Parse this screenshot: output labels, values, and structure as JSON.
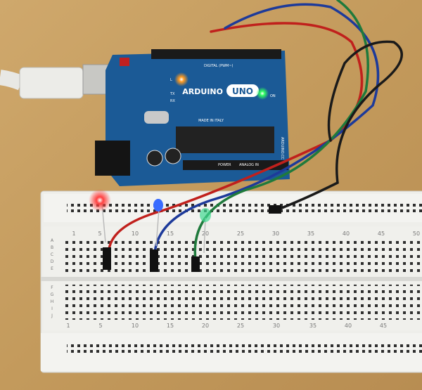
{
  "board": {
    "brand": "ARDUINO",
    "model": "UNO",
    "made_in": "MADE IN ITALY",
    "digital_label": "DIGITAL (PWM~)",
    "power_label": "POWER",
    "analog_label": "ANALOG IN",
    "on_label": "ON",
    "tx_label": "TX",
    "rx_label": "RX",
    "l_label": "L",
    "side_label": "ARDUINO.CC"
  },
  "breadboard": {
    "top_numbers": [
      "1",
      "5",
      "10",
      "15",
      "20",
      "25",
      "30",
      "35",
      "40",
      "45",
      "50"
    ],
    "bottom_numbers": [
      "1",
      "5",
      "10",
      "15",
      "20",
      "25",
      "30",
      "35",
      "40",
      "45"
    ],
    "row_letters_top": [
      "A",
      "B",
      "C",
      "D",
      "E"
    ],
    "row_letters_bottom": [
      "F",
      "G",
      "H",
      "I",
      "J"
    ]
  },
  "leds": [
    {
      "name": "red",
      "color": "#ff3030"
    },
    {
      "name": "blue",
      "color": "#3a6cff"
    },
    {
      "name": "green",
      "color": "#40d890"
    }
  ],
  "wire_colors": {
    "red": "#c0201c",
    "blue": "#1d3a9a",
    "green": "#1f7a3c",
    "black": "#1a1a1a"
  }
}
